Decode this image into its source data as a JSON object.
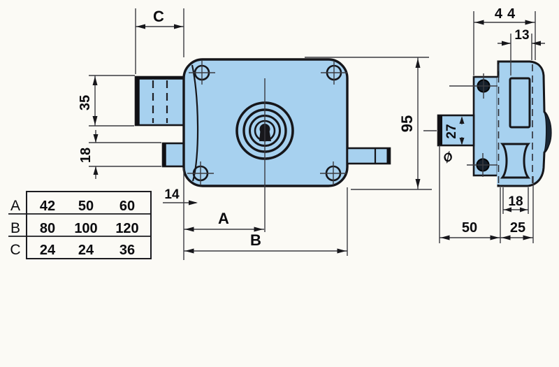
{
  "dims": {
    "c": "C",
    "cylinder_height": "35",
    "latch_height": "18",
    "edge_offset": "14",
    "a": "A",
    "b": "B",
    "total_height": "95",
    "total_depth": "44",
    "slot_width": "13",
    "cylinder_diameter": "27",
    "diameter_symbol": "Ø",
    "bolt_width": "18",
    "body_depth": "50",
    "cover_depth": "25"
  },
  "table": {
    "rows": [
      {
        "label": "A",
        "values": [
          "42",
          "50",
          "60"
        ]
      },
      {
        "label": "B",
        "values": [
          "80",
          "100",
          "120"
        ]
      },
      {
        "label": "C",
        "values": [
          "24",
          "24",
          "36"
        ]
      }
    ]
  },
  "colors": {
    "body_fill": "#a7d1ef",
    "outline": "#16161a",
    "background": "#fbfaf5"
  }
}
